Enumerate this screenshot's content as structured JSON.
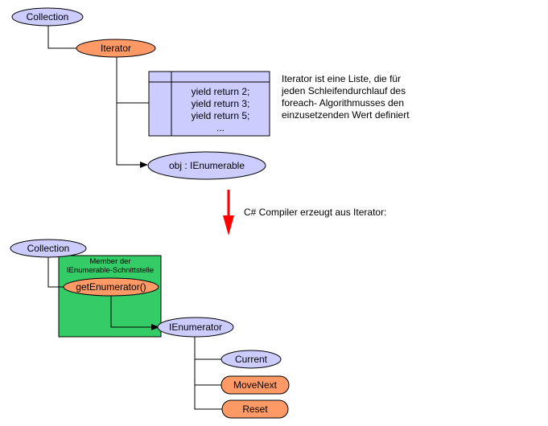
{
  "top": {
    "collection_label": "Collection",
    "iterator_label": "Iterator",
    "listing_lines": [
      "yield return 2;",
      "yield return 3;",
      "yield return 5;",
      "..."
    ],
    "note_lines": [
      "Iterator ist eine Liste, die für",
      "jeden Schleifendurchlauf des",
      "foreach- Algorithmusses den",
      "einzusetzenden Wert definiert"
    ],
    "enumerable_label": "obj : IEnumerable"
  },
  "transform": {
    "caption": "C# Compiler erzeugt aus Iterator:"
  },
  "bottom": {
    "collection_label": "Collection",
    "member_box_lines": [
      "Member der",
      "IEnumerable-Schnittstelle"
    ],
    "get_enumerator_label": "getEnumerator()",
    "enumerator_label": "IEnumerator",
    "current_label": "Current",
    "move_next_label": "MoveNext",
    "reset_label": "Reset"
  },
  "colors": {
    "lavender": "#ccccff",
    "orange": "#ff9966",
    "green": "#33cc66",
    "arrow_red": "#ff0000"
  }
}
